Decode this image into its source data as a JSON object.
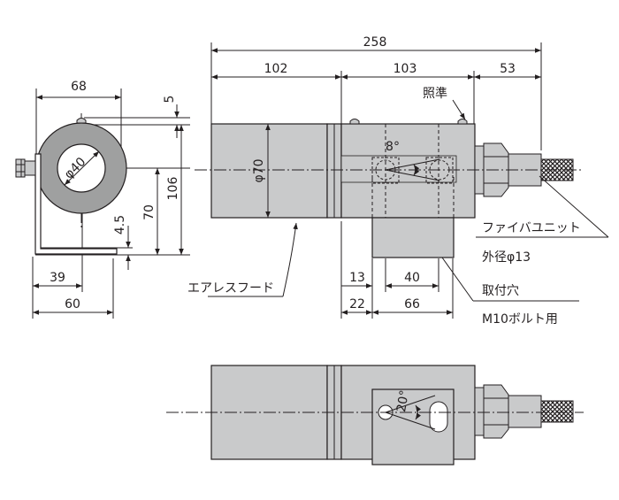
{
  "colors": {
    "line": "#231f20",
    "body_fill": "#c9cacb",
    "ring_fill": "#9fa0a0",
    "background": "#ffffff"
  },
  "side_view": {
    "dim_width": "68",
    "dim_top_offset": "5",
    "dim_total_height": "106",
    "dim_center_height": "70",
    "dim_bracket_thickness": "4.5",
    "dim_bracket_inner": "39",
    "dim_bracket_outer": "60",
    "inner_diameter": "φ40"
  },
  "front_view": {
    "dim_overall": "258",
    "dim_hood": "102",
    "dim_body": "103",
    "dim_connector": "53",
    "aim_label": "照準",
    "angle": "8°",
    "hood_diameter": "φ70",
    "dim_mount_offset": "13",
    "dim_mount_pitch": "40",
    "dim_mount_start": "22",
    "dim_mount_length": "66"
  },
  "callouts": {
    "fiber_unit_name": "ファイバユニット",
    "fiber_unit_spec": "外径φ13",
    "air_hood": "エアレスフード",
    "mount_hole": "取付穴",
    "mount_bolt": "M10ボルト用"
  },
  "bottom_view": {
    "angle": "20°"
  }
}
